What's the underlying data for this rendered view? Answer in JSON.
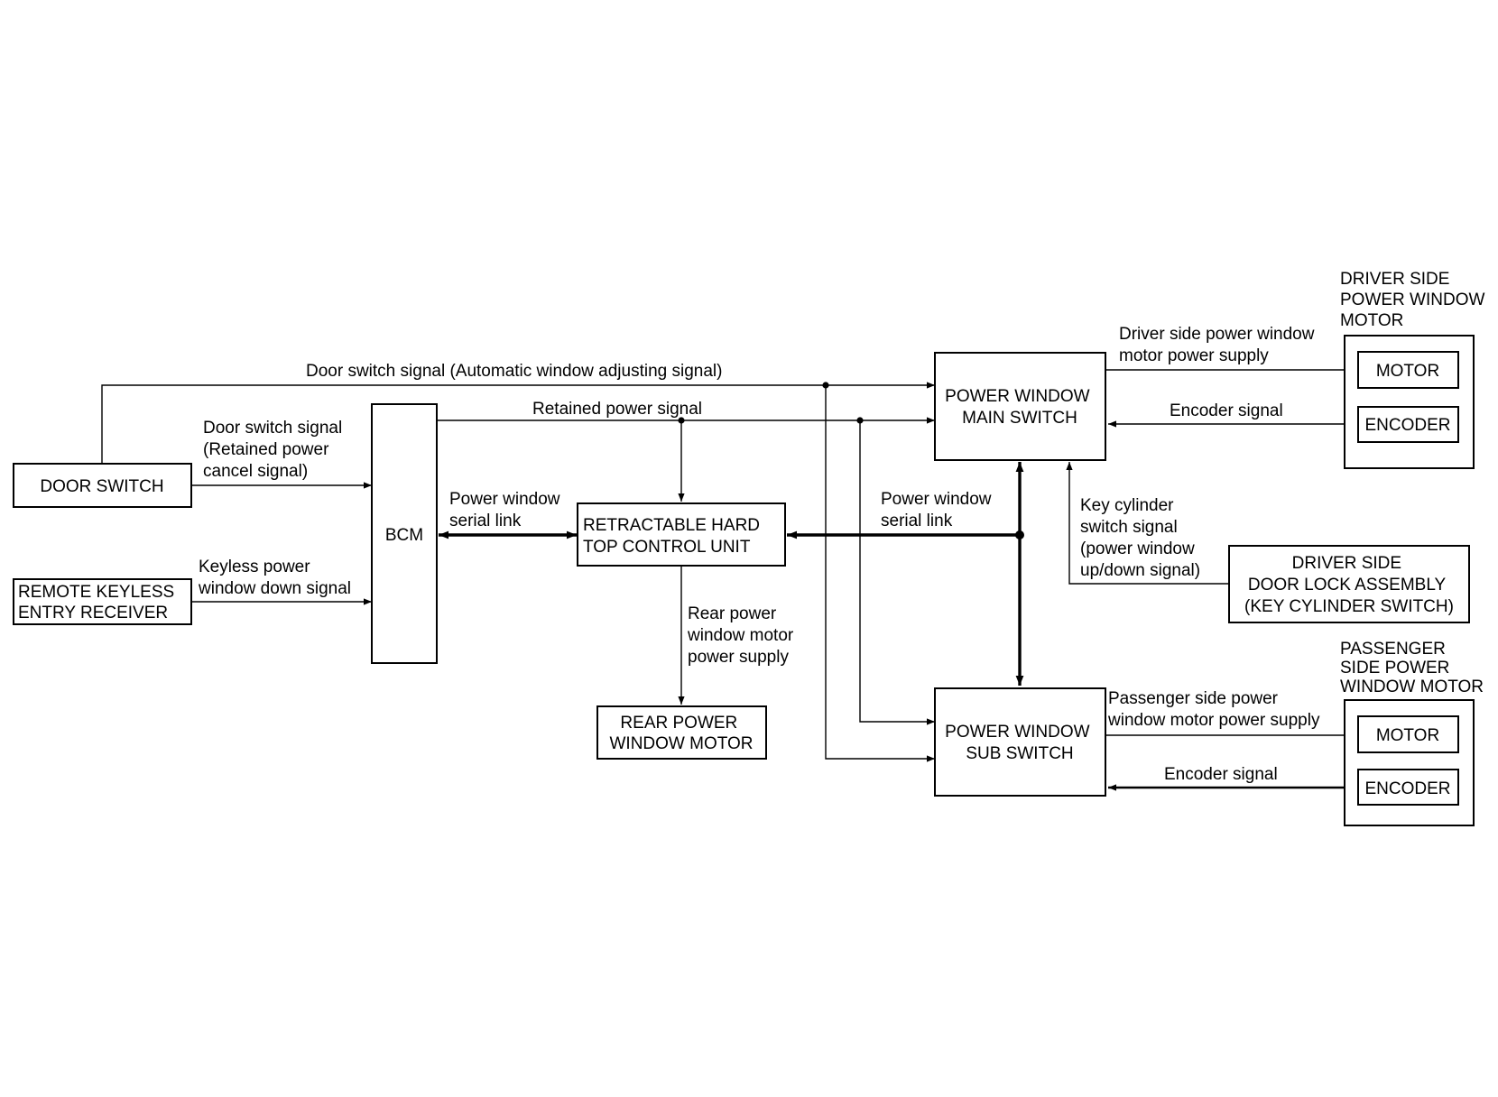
{
  "blocks": {
    "door_switch": [
      "DOOR SWITCH"
    ],
    "remote_keyless": [
      "REMOTE KEYLESS",
      "ENTRY RECEIVER"
    ],
    "bcm": [
      "BCM"
    ],
    "retractable": [
      "RETRACTABLE HARD",
      "TOP CONTROL UNIT"
    ],
    "rear_motor": [
      "REAR POWER",
      "WINDOW MOTOR"
    ],
    "main_switch": [
      "POWER WINDOW",
      "MAIN SWITCH"
    ],
    "sub_switch": [
      "POWER WINDOW",
      "SUB SWITCH"
    ],
    "door_lock": [
      "DRIVER SIDE",
      "DOOR LOCK ASSEMBLY",
      "(KEY CYLINDER SWITCH)"
    ],
    "driver_motor_title": [
      "DRIVER SIDE",
      "POWER WINDOW",
      "MOTOR"
    ],
    "driver_motor": [
      "MOTOR"
    ],
    "driver_encoder": [
      "ENCODER"
    ],
    "passenger_motor_title": [
      "PASSENGER",
      "SIDE POWER",
      "WINDOW MOTOR"
    ],
    "passenger_motor": [
      "MOTOR"
    ],
    "passenger_encoder": [
      "ENCODER"
    ]
  },
  "signals": {
    "door_switch_auto": [
      "Door switch signal (Automatic window adjusting signal)"
    ],
    "door_switch_retained": [
      "Door switch signal",
      "(Retained power",
      "cancel signal)"
    ],
    "keyless_down": [
      "Keyless power",
      "window down signal"
    ],
    "retained_power": [
      "Retained power signal"
    ],
    "serial_link_left": [
      "Power window",
      "serial link"
    ],
    "serial_link_right": [
      "Power window",
      "serial link"
    ],
    "rear_supply": [
      "Rear power",
      "window motor",
      "power supply"
    ],
    "driver_supply": [
      "Driver side power window",
      "motor power supply"
    ],
    "driver_encoder_signal": [
      "Encoder signal"
    ],
    "key_cylinder": [
      "Key cylinder",
      "switch signal",
      "(power window",
      "up/down signal)"
    ],
    "passenger_supply": [
      "Passenger side power",
      "window motor power supply"
    ],
    "passenger_encoder_signal": [
      "Encoder signal"
    ]
  }
}
